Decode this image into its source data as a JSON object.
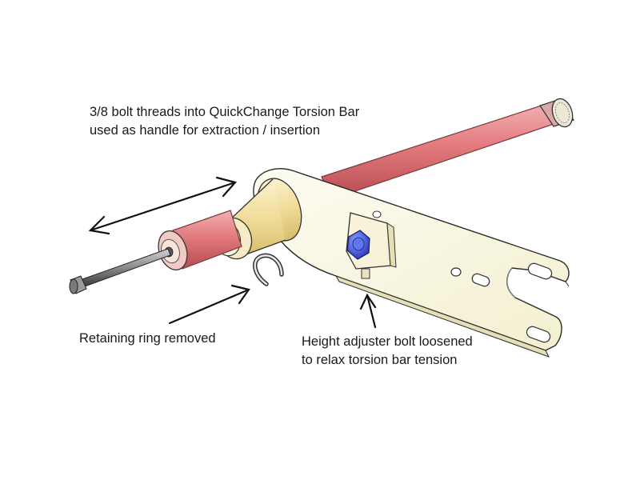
{
  "annotations": {
    "bolt_threads": {
      "line1": "3/8 bolt threads into QuickChange Torsion Bar",
      "line2": "used as handle for extraction / insertion"
    },
    "retaining_ring": {
      "line1": "Retaining ring removed"
    },
    "height_adjuster": {
      "line1": "Height adjuster bolt loosened",
      "line2": "to relax torsion bar tension"
    }
  },
  "colors": {
    "torsion_bar": "#e0767a",
    "bracket": "#fbf9e6",
    "bushing": "#f3e2a6",
    "bolt_head": "#3f57d4",
    "outline": "#222222"
  }
}
